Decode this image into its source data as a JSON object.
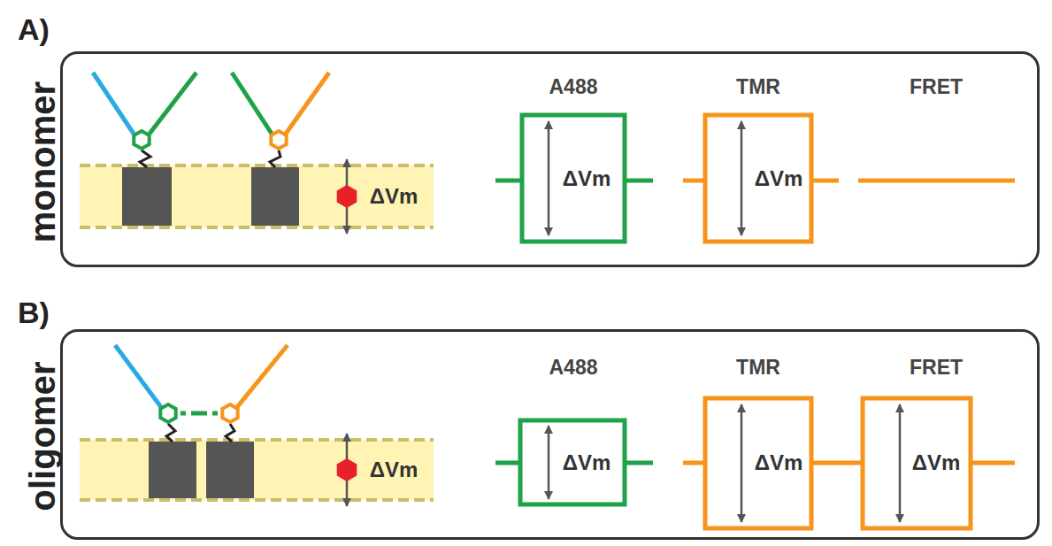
{
  "diagram": {
    "nodes": [
      {
        "text": [
          "A)",
          "monomer"
        ]
      },
      {
        "text": [
          "B)",
          "oligomer"
        ]
      }
    ],
    "labels": [
      "ΔVm",
      "A488",
      "ΔVm",
      "TMR",
      "ΔVm",
      "FRET",
      "ΔVm",
      "A488",
      "ΔVm",
      "TMR",
      "ΔVm",
      "FRET",
      "ΔVm"
    ]
  }
}
